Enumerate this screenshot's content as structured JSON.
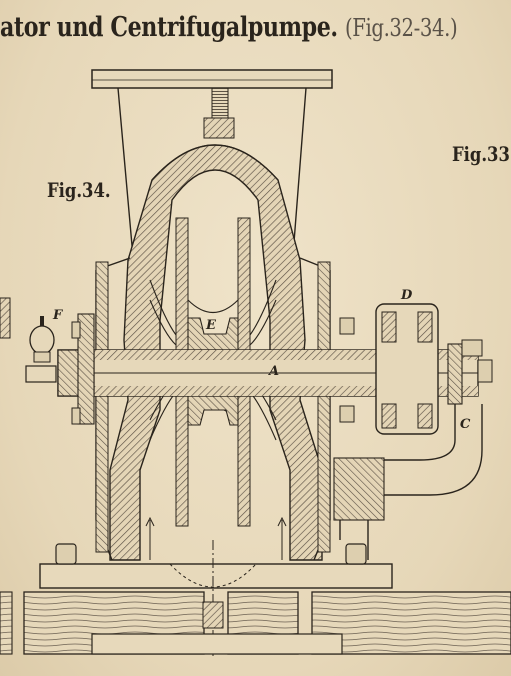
{
  "title": {
    "main": "ator und Centrifugalpumpe.",
    "figure_ref": "(Fig.32-34.)"
  },
  "figures": {
    "fig34": "Fig.34.",
    "fig33": "Fig.33"
  },
  "part_labels": {
    "A": "A",
    "C": "C",
    "D": "D",
    "E": "E",
    "F": "F"
  },
  "colors": {
    "paper": "#e9dcc0",
    "ink": "#2a241c",
    "hatch": "#5b5145"
  }
}
